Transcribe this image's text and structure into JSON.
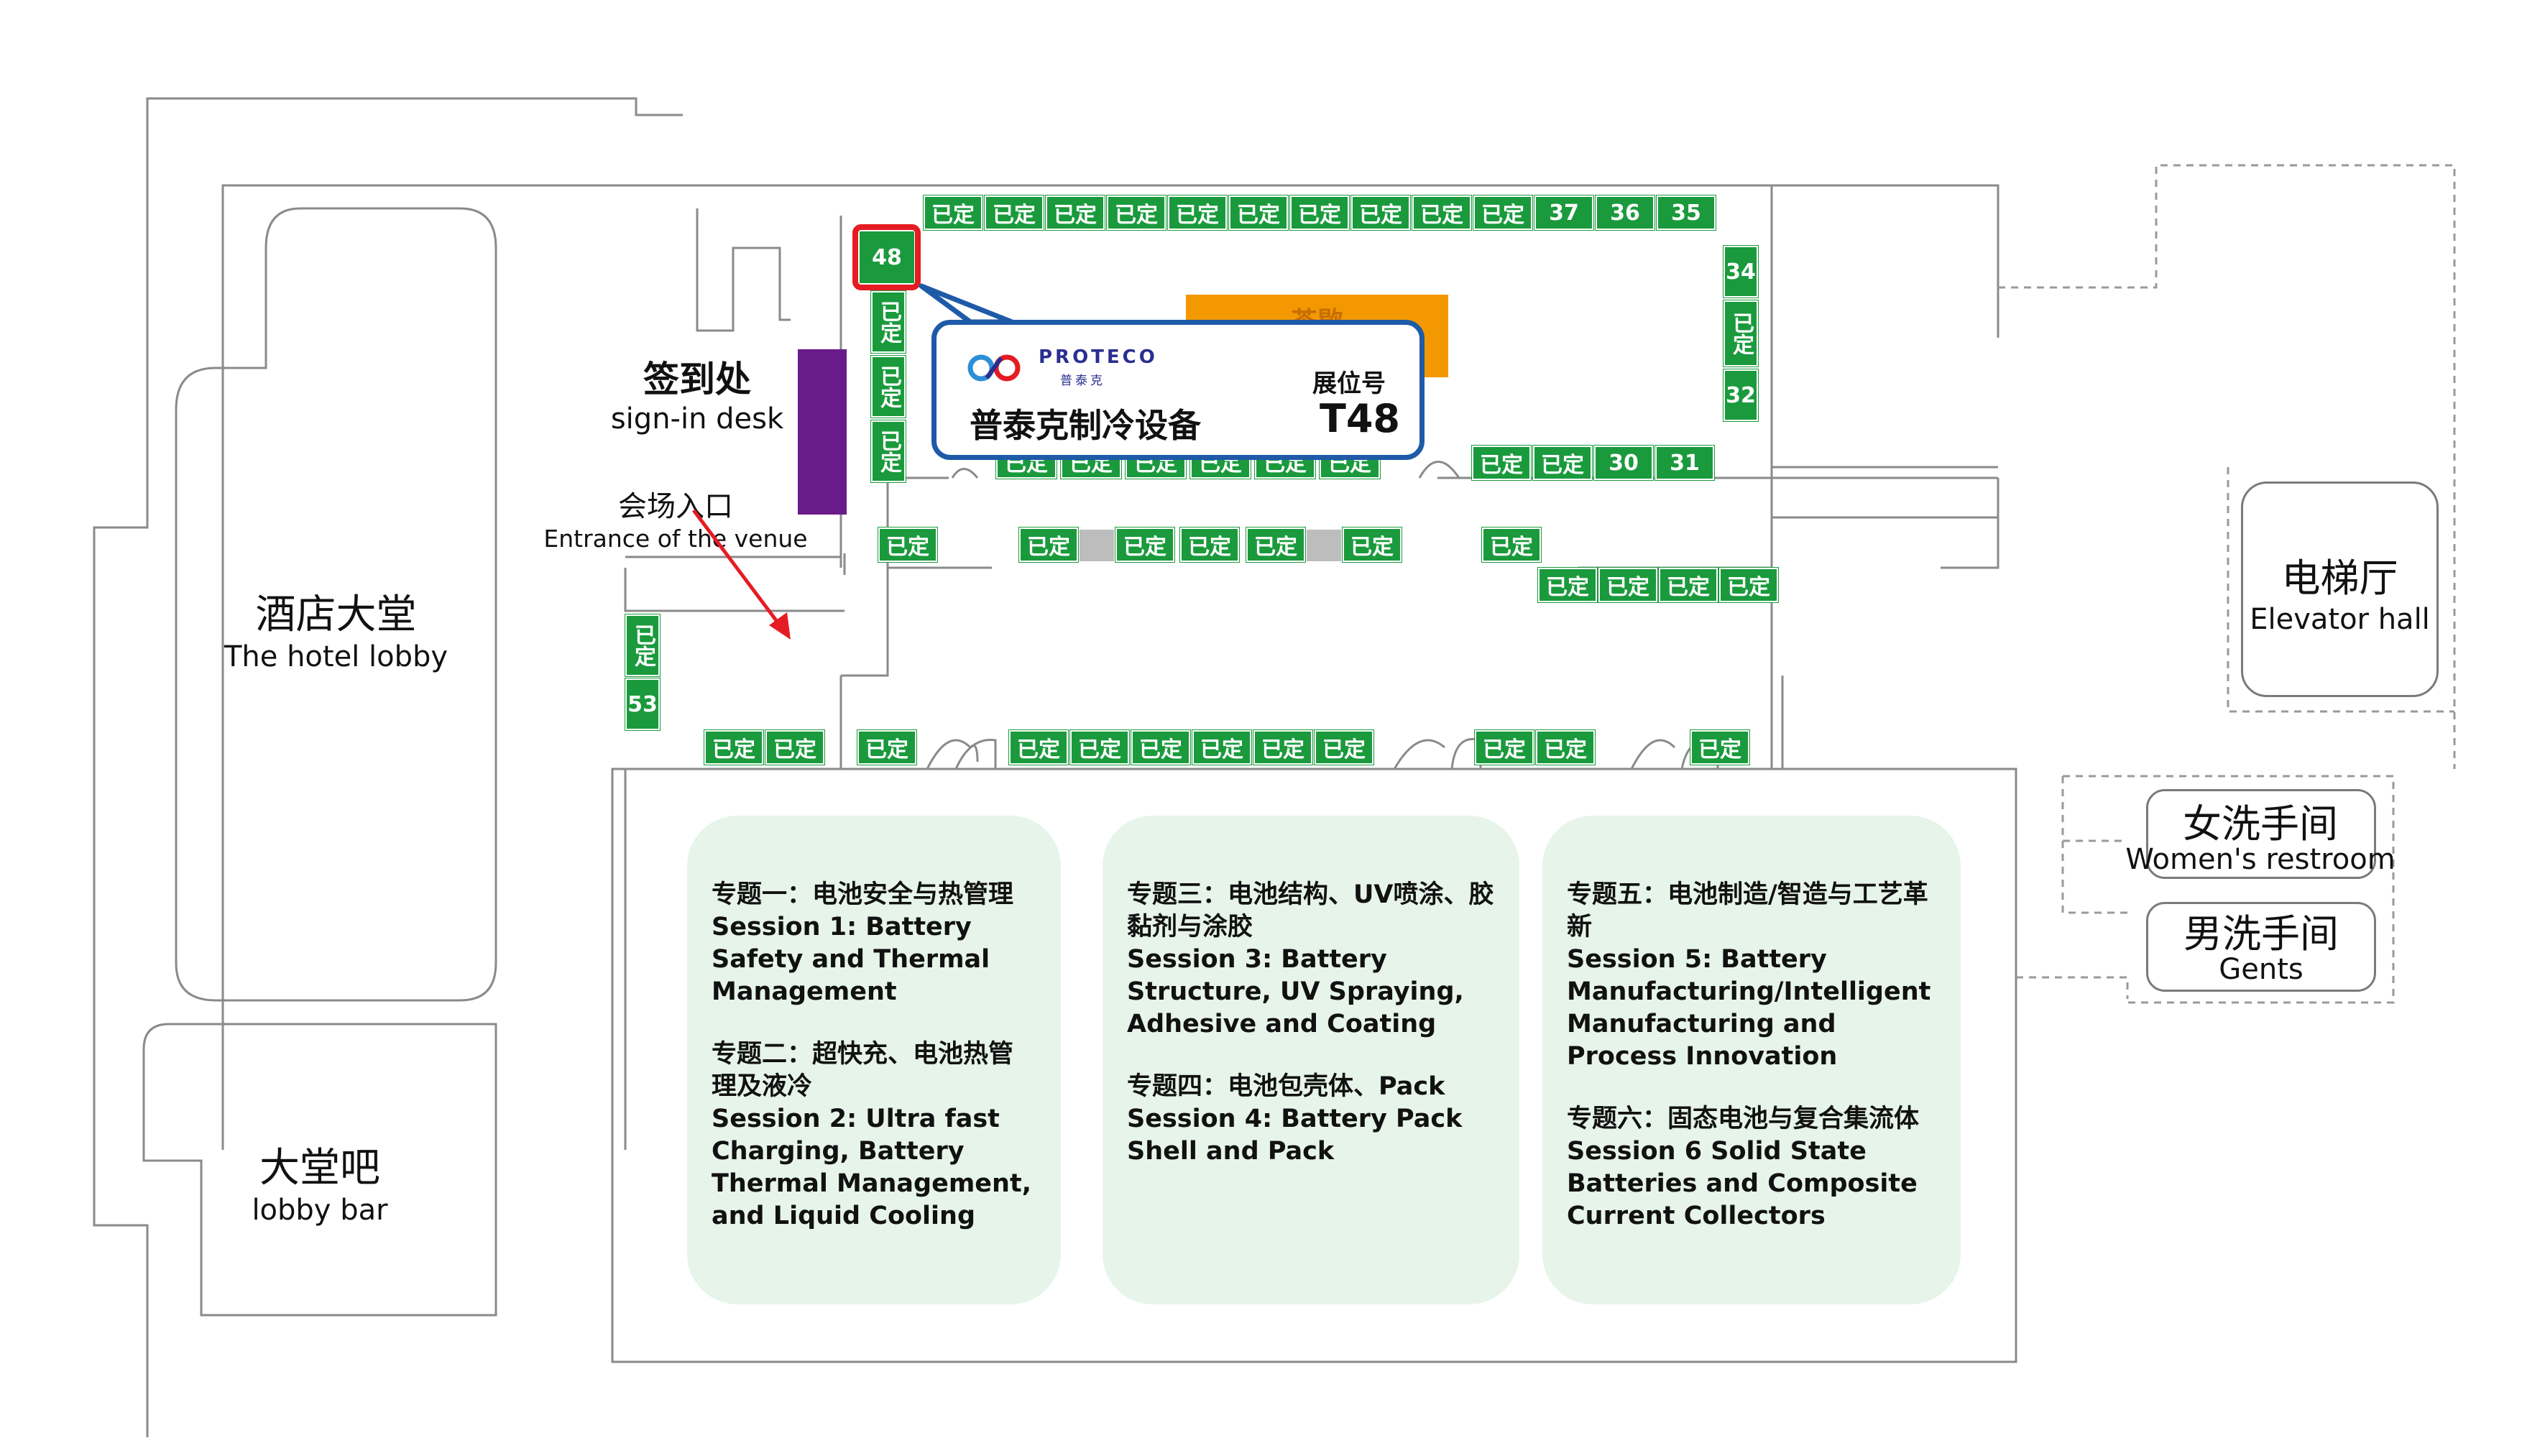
{
  "rooms": {
    "hotel_lobby": {
      "cn": "酒店大堂",
      "en": "The hotel lobby"
    },
    "lobby_bar": {
      "cn": "大堂吧",
      "en": "lobby bar"
    },
    "elevator_hall": {
      "cn": "电梯厅",
      "en": "Elevator hall"
    },
    "womens_restroom": {
      "cn": "女洗手间",
      "en": "Women's restroom"
    },
    "gents": {
      "cn": "男洗手间",
      "en": "Gents"
    }
  },
  "signin": {
    "cn": "签到处",
    "en": "sign-in desk"
  },
  "entrance": {
    "cn": "会场入口",
    "en": "Entrance of the venue"
  },
  "reserved_label": "已定",
  "booth_numbers": {
    "b48": "48",
    "b37": "37",
    "b36": "36",
    "b35": "35",
    "b34": "34",
    "b32": "32",
    "b30": "30",
    "b31": "31",
    "b53": "53"
  },
  "coffee_break_label": "茶歇",
  "exhibitor": {
    "logo_text": "PROTECO",
    "logo_subtext": "普泰克",
    "company": "普泰克制冷设备",
    "booth_title": "展位号",
    "booth_number": "T48"
  },
  "sessions": [
    {
      "items": [
        {
          "cn": "专题一：电池安全与热管理",
          "en": "Session 1: Battery Safety and Thermal Management"
        },
        {
          "cn": "专题二：超快充、电池热管理及液冷",
          "en": "Session 2: Ultra fast Charging, Battery Thermal Management, and Liquid Cooling"
        }
      ]
    },
    {
      "items": [
        {
          "cn": "专题三：电池结构、UV喷涂、胶黏剂与涂胶",
          "en": "Session 3: Battery Structure, UV Spraying, Adhesive and Coating"
        },
        {
          "cn": "专题四：电池包壳体、Pack",
          "en": "Session 4: Battery Pack Shell and Pack"
        }
      ]
    },
    {
      "items": [
        {
          "cn": "专题五：电池制造/智造与工艺革新",
          "en": "Session 5: Battery Manufacturing/Intelligent Manufacturing and Process Innovation"
        },
        {
          "cn": "专题六：固态电池与复合集流体",
          "en": "Session 6 Solid State Batteries and Composite Current Collectors"
        }
      ]
    }
  ],
  "colors": {
    "booth_green": "#1a9a3c",
    "highlight_red": "#e51c23",
    "session_bg": "#e6f4ea",
    "signin_purple": "#6a1b8a",
    "coffee_orange": "#f39800",
    "callout_blue": "#1e5aa8"
  }
}
